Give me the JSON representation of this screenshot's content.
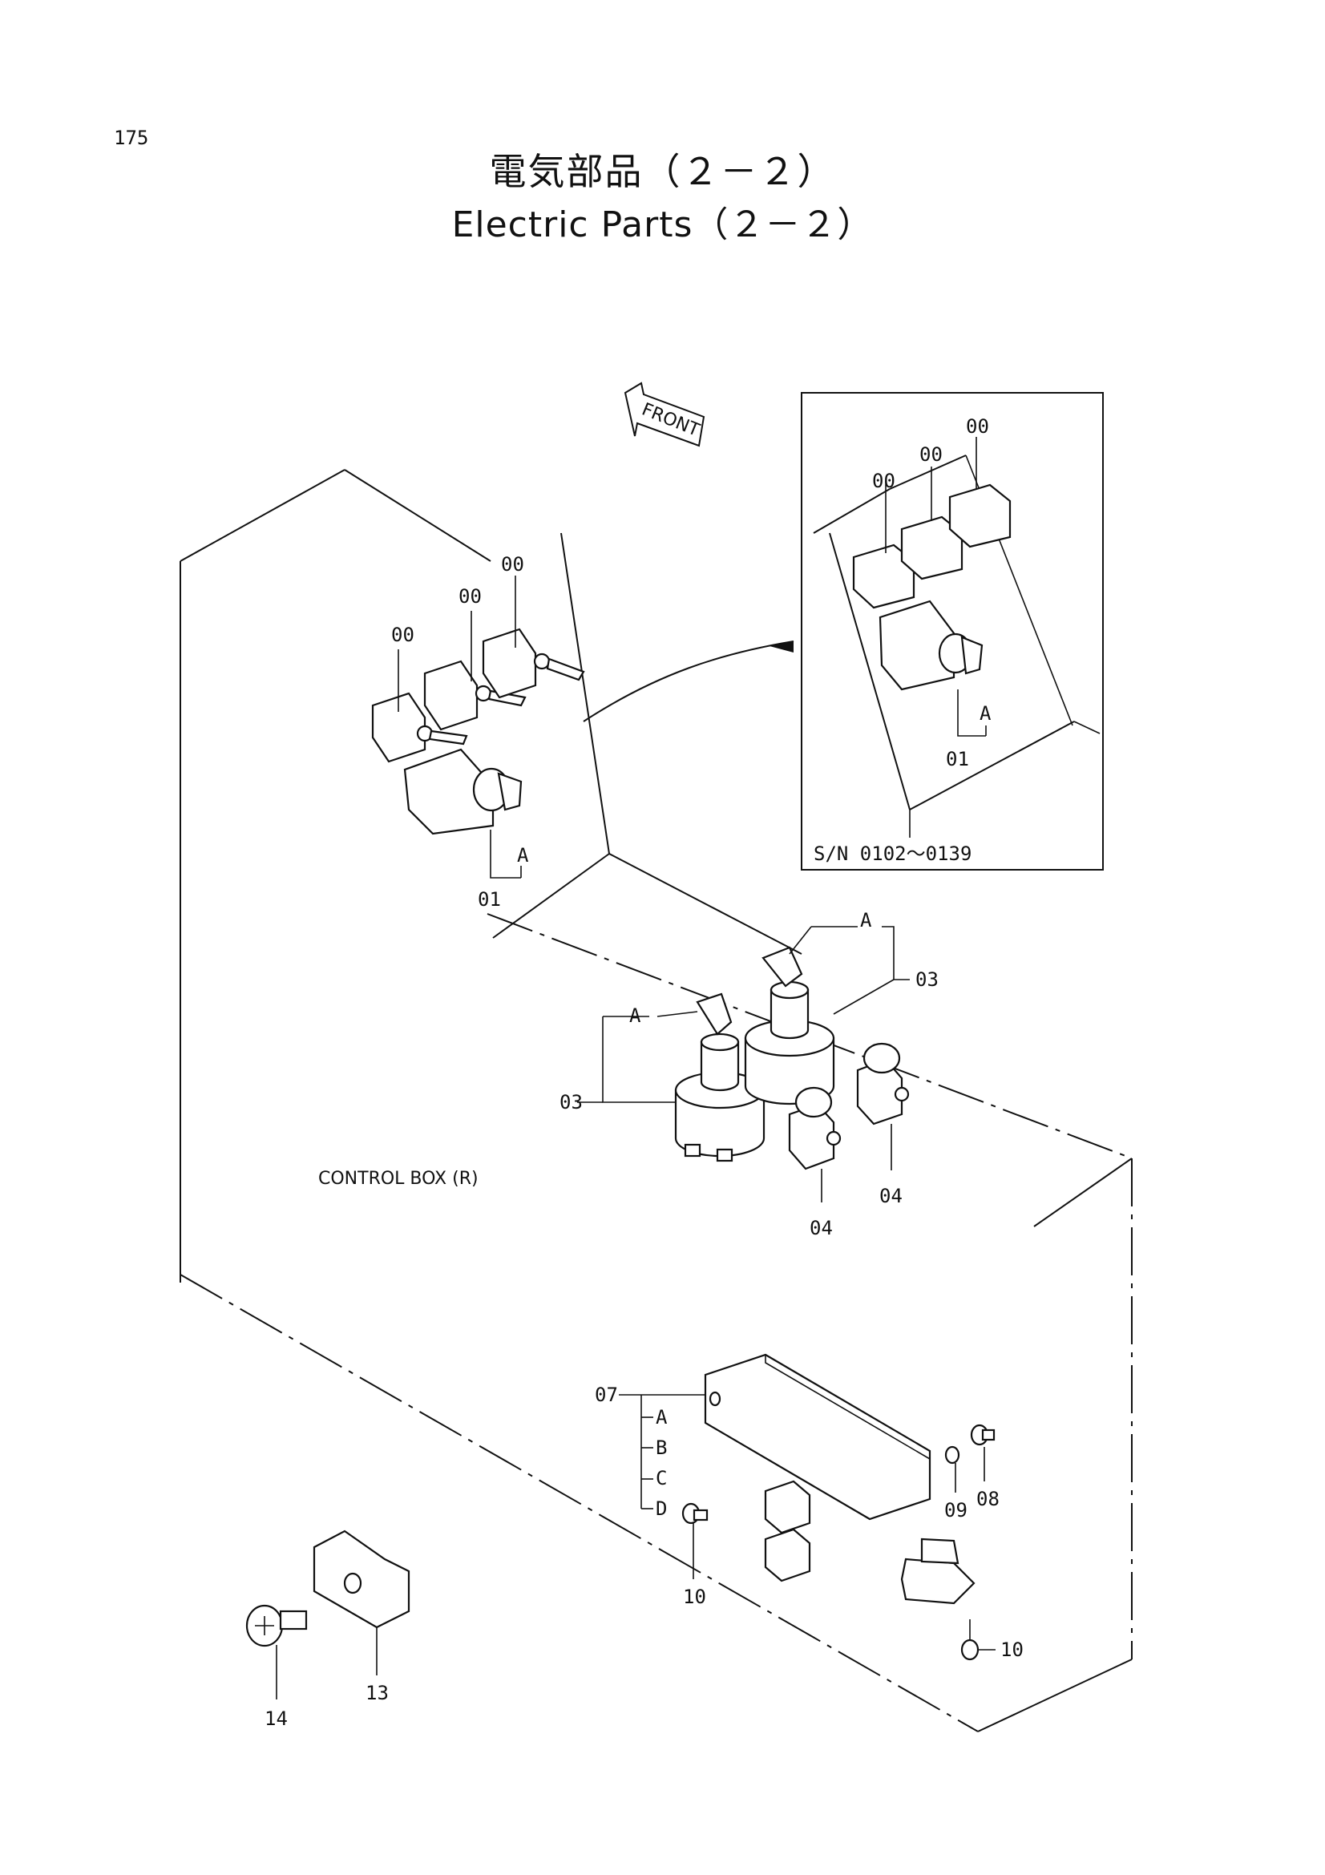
{
  "page_number": "175",
  "title_jp": "電気部品（２－２）",
  "title_en": "Electric Parts（２－２）",
  "front_label": "FRONT",
  "box_label": "CONTROL  BOX (R)",
  "serial_note": "S/N 0102～0139",
  "callouts": {
    "main_00_a": "00",
    "main_00_b": "00",
    "main_00_c": "00",
    "main_A": "A",
    "main_01": "01",
    "inset_00_a": "00",
    "inset_00_b": "00",
    "inset_00_c": "00",
    "inset_A": "A",
    "inset_01": "01",
    "key_A_left": "A",
    "key_03_left": "03",
    "key_A_right": "A",
    "key_03_right": "03",
    "push_04_left": "04",
    "push_04_right": "04",
    "relay_07": "07",
    "relay_A": "A",
    "relay_B": "B",
    "relay_C": "C",
    "relay_D": "D",
    "washer_09": "09",
    "screw_08": "08",
    "screw_10_left": "10",
    "screw_10_right": "10",
    "block_13": "13",
    "bolt_14": "14"
  }
}
